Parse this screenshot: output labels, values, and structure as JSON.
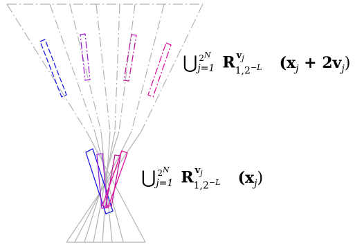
{
  "diagram": {
    "top_label": {
      "union": "⋃",
      "upper": "2",
      "upper_sup": "N",
      "lower": "j=1",
      "set": "R",
      "set_sup": "v",
      "set_sup_sub": "j",
      "set_sub": "1,2",
      "set_sub_sup": "−L",
      "expr": "(x",
      "expr_j": "j",
      "expr_mid": " + 2v",
      "expr_j2": "j",
      "expr_end": ")"
    },
    "bottom_label": {
      "union": "⋃",
      "upper": "2",
      "upper_sup": "N",
      "lower": "j=1",
      "set": "R",
      "set_sup": "v",
      "set_sup_sub": "j",
      "set_sub": "1,2",
      "set_sub_sup": "−L",
      "expr": "(x",
      "expr_j": "j",
      "expr_end": ")"
    },
    "colors": {
      "cone": "#b3b3b3",
      "blue": "#1a1ae6",
      "purple": "#9b1fd1",
      "magenta": "#e0119b",
      "deep_pink": "#c0149e"
    }
  }
}
